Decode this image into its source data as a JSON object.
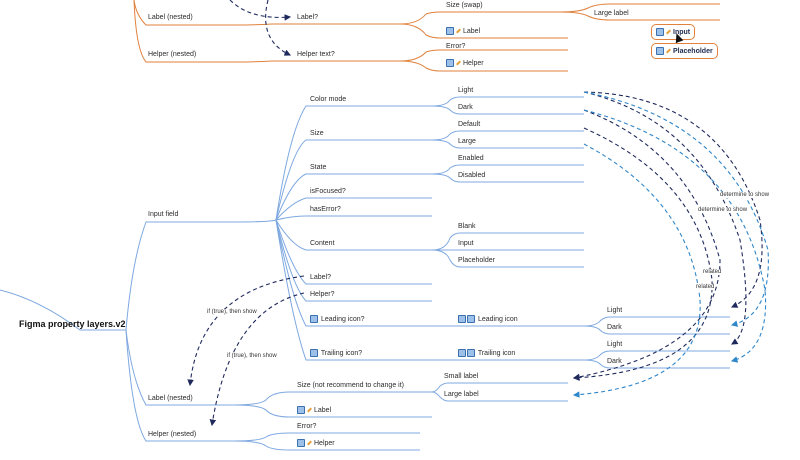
{
  "root": {
    "title": "Figma property layers.v2"
  },
  "top": {
    "label_nested": "Label (nested)",
    "label_q": "Label?",
    "size_swap": "Size (swap)",
    "large_label": "Large label",
    "label_comp": "Label",
    "helper_nested": "Helper (nested)",
    "helper_text_q": "Helper text?",
    "error_q": "Error?",
    "helper_comp": "Helper"
  },
  "tags": {
    "input": "Input",
    "placeholder": "Placeholder"
  },
  "input_field": {
    "title": "Input field",
    "color_mode": "Color mode",
    "light": "Light",
    "dark": "Dark",
    "size": "Size",
    "default": "Default",
    "large": "Large",
    "state": "State",
    "enabled": "Enabled",
    "disabled": "Disabled",
    "is_focused": "isFocused?",
    "has_error": "hasError?",
    "content": "Content",
    "blank": "Blank",
    "input": "Input",
    "placeholder": "Placeholder",
    "label_q": "Label?",
    "helper_q": "Helper?",
    "leading_icon_q": "Leading icon?",
    "leading_icon": "Leading icon",
    "li_light": "Light",
    "li_dark": "Dark",
    "trailing_icon_q": "Trailing icon?",
    "trailing_icon": "Trailing icon",
    "ti_light": "Light",
    "ti_dark": "Dark"
  },
  "label_nested": {
    "title": "Label (nested)",
    "size_note": "Size (not recommend to change it)",
    "small_label": "Small label",
    "large_label": "Large label",
    "label_comp": "Label"
  },
  "helper_nested": {
    "title": "Helper (nested)",
    "error_q": "Error?",
    "helper_comp": "Helper"
  },
  "relations": {
    "if_true_1": "if (true), then show",
    "if_true_2": "if (true), then show",
    "determine_1": "determine to show",
    "determine_2": "determine to show",
    "related_1": "related",
    "related_2": "related"
  },
  "colors": {
    "orange": "#e0823d",
    "blue": "#7ea8e0",
    "dark_dash": "#1f2a5c",
    "light_dash": "#2f86c8"
  }
}
